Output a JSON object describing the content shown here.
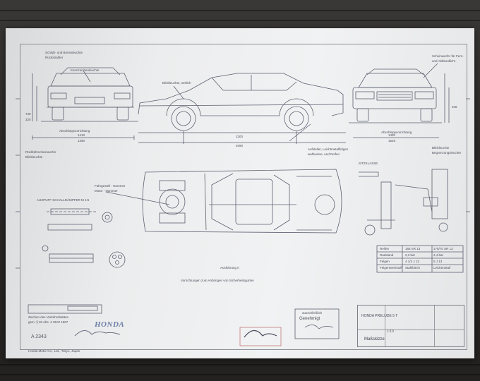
{
  "view_front": {
    "labels": [
      "Schluß- und Bremsleuchte",
      "Rückstrahler",
      "Kennzeichenleuchte",
      "Abschleppvorrichtung",
      "Rückfahrscheinwerfer",
      "Blinkleuchte"
    ],
    "dims": [
      "1410",
      "1290",
      "740",
      "320"
    ]
  },
  "view_side": {
    "labels": [
      "Blinkleuchte, seitlich",
      "Aufsteller, Leichtmetallfelgen",
      "wahlweise, und Reifen"
    ],
    "dims": [
      "2300",
      "4090"
    ]
  },
  "view_rear": {
    "labels": [
      "Scheinwerfer für Fern-",
      "und Abblendlicht",
      "Abschleppvorrichtung",
      "Blinkleuchte",
      "Begrenzungsleuchte"
    ],
    "dims": [
      "1430",
      "1525",
      "405"
    ]
  },
  "view_top": {
    "labels": [
      "Fahrgestell - Nummer",
      "Motor - Nummer",
      "Ausführung II"
    ],
    "note": "Vorrichtungen zum Anbringen von Sicherheitsgurten"
  },
  "detail_exhaust": {
    "title": "AUSPUFF SCHALLDÄMPFER M 1:5"
  },
  "detail_seat": {
    "title": "SITZKLASSE"
  },
  "table_wheels": {
    "headers": [
      "Reifen",
      "165 SR 13",
      "175/70 SR 13"
    ],
    "rows": [
      [
        "Radstand",
        "2,3 bar",
        "2,4 bar"
      ],
      [
        "Felgen",
        "4 1/2 J 13",
        "5 J 13"
      ],
      [
        "Felgenwerkstoff",
        "Stahlblech",
        "Leichtmetall"
      ]
    ]
  },
  "stamp_left": {
    "lines": [
      "Zeichen des Verkehrsblattes",
      "gem. § 30 Abs. 4 StVZ 1967"
    ],
    "number": "A 2343"
  },
  "logo": "HONDA",
  "stamp_center": {
    "line1": "ausschließlich",
    "line2": "Genehmigt"
  },
  "title_block": {
    "model": "HONDA PRELUDE 5 T",
    "scale": "1:10",
    "drawing_title": "Maßskizze"
  },
  "footer_text": "Honda Motor Co., Ltd., Tokyo, Japan"
}
